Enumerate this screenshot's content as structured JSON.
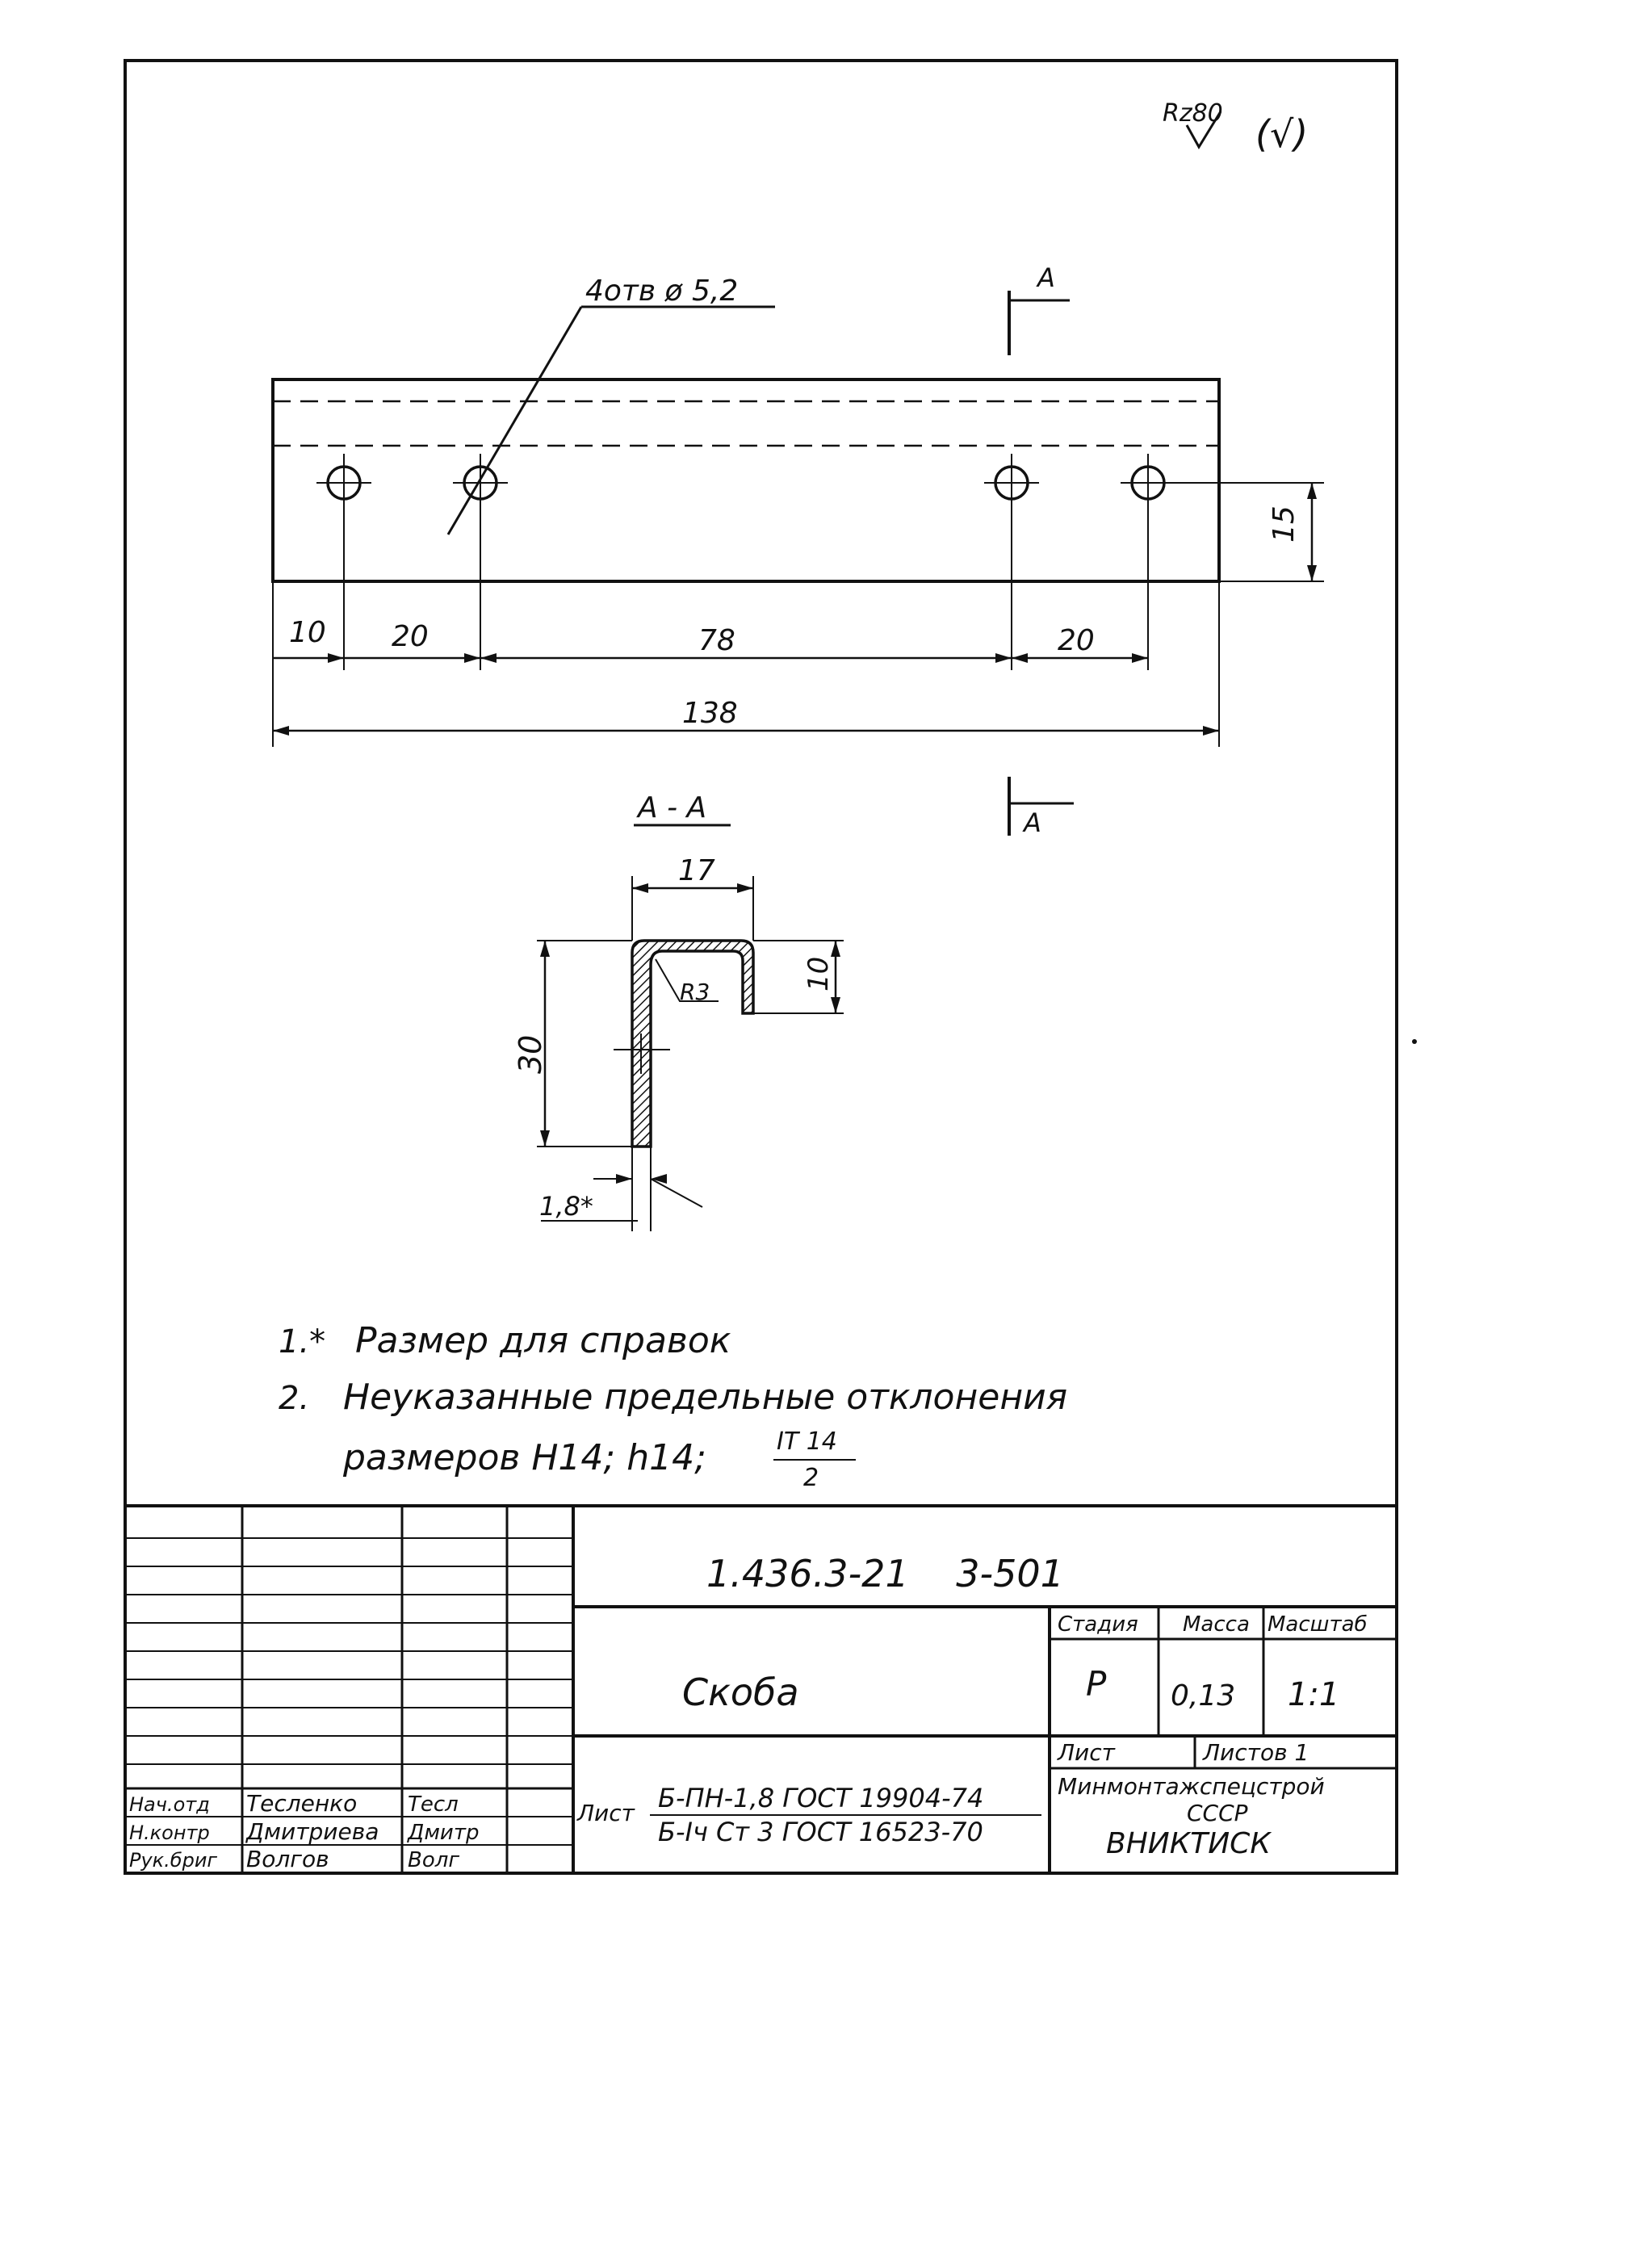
{
  "roughness": {
    "value": "Rz80",
    "mark": "(√)"
  },
  "plan": {
    "holes_note": "4отв ø 5,2",
    "section_mark_top": "А",
    "section_mark_bottom": "А",
    "dim_offset": "10",
    "dim_first_pitch": "20",
    "dim_middle": "78",
    "dim_last_pitch": "20",
    "dim_overall": "138",
    "dim_hole_height": "15"
  },
  "section": {
    "title": "А - А",
    "dim_width": "17",
    "dim_flange": "10",
    "dim_height": "30",
    "radius": "R3",
    "thickness": "1,8*"
  },
  "notes": {
    "line1_num": "1.*",
    "line1_text": "Размер для справок",
    "line2_num": "2.",
    "line2_text": "Неуказанные предельные отклонения",
    "line3_text": "размеров Н14; h14;",
    "line3_frac_top": "IT 14",
    "line3_frac_bottom": "2"
  },
  "title_block": {
    "doc_code": "1.436.3-21    3-501",
    "part_name": "Скоба",
    "stage_header": "Стадия",
    "mass_header": "Масса",
    "scale_header": "Масштаб",
    "stage": "Р",
    "mass": "0,13",
    "scale": "1:1",
    "sheet_label": "Лист",
    "sheets_label": "Листов 1",
    "organization_line1": "Минмонтажспецстрой",
    "organization_line2": "СССР",
    "organization_line3": "ВНИКТИСК",
    "material_label": "Лист",
    "material_line1": "Б-ПН-1,8 ГОСТ 19904-74",
    "material_line2": "Б-Iч Ст 3 ГОСТ 16523-70",
    "staff": [
      {
        "role": "Нач.отд",
        "name": "Тесленко",
        "signature": "Тесл"
      },
      {
        "role": "Н.контр",
        "name": "Дмитриева",
        "signature": "Дмитр"
      },
      {
        "role": "Рук.бриг",
        "name": "Волгов",
        "signature": "Волг"
      }
    ]
  }
}
